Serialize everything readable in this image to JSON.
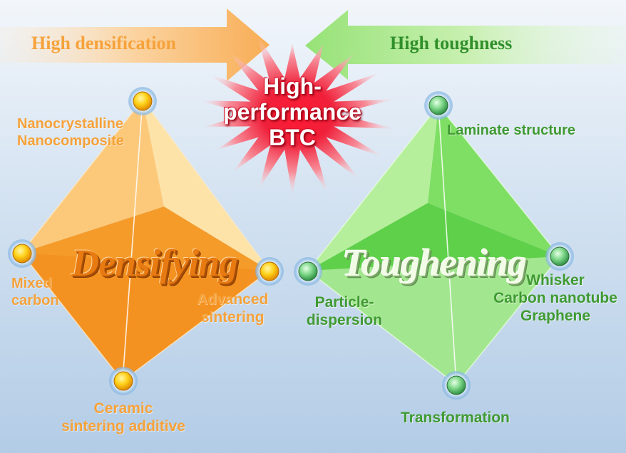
{
  "header": {
    "left_arrow_label": "High densification",
    "right_arrow_label": "High toughness"
  },
  "center": {
    "title_lines": [
      "High-",
      "performance",
      "BTC"
    ]
  },
  "densifying": {
    "word": "Densifying",
    "color": "#f59b2a",
    "top_label": [
      "Nanocrystalline",
      "Nanocomposite"
    ],
    "left_label": [
      "Mixed",
      "carbon"
    ],
    "right_label": [
      "Advanced",
      "sintering"
    ],
    "bottom_label": [
      "Ceramic",
      "sintering additive"
    ]
  },
  "toughening": {
    "word": "Toughening",
    "color": "#4fc23c",
    "top_label": "Laminate structure",
    "left_label": [
      "Particle-",
      "dispersion"
    ],
    "right_label": [
      "Whisker",
      "Carbon nanotube",
      "Graphene"
    ],
    "bottom_label": "Transformation"
  },
  "colors": {
    "label_orange": "#f6a23a",
    "label_green": "#3f9a32",
    "node_yellow": "#ffd21a",
    "node_green": "#7fd88a",
    "star_red": "#e8102a"
  }
}
